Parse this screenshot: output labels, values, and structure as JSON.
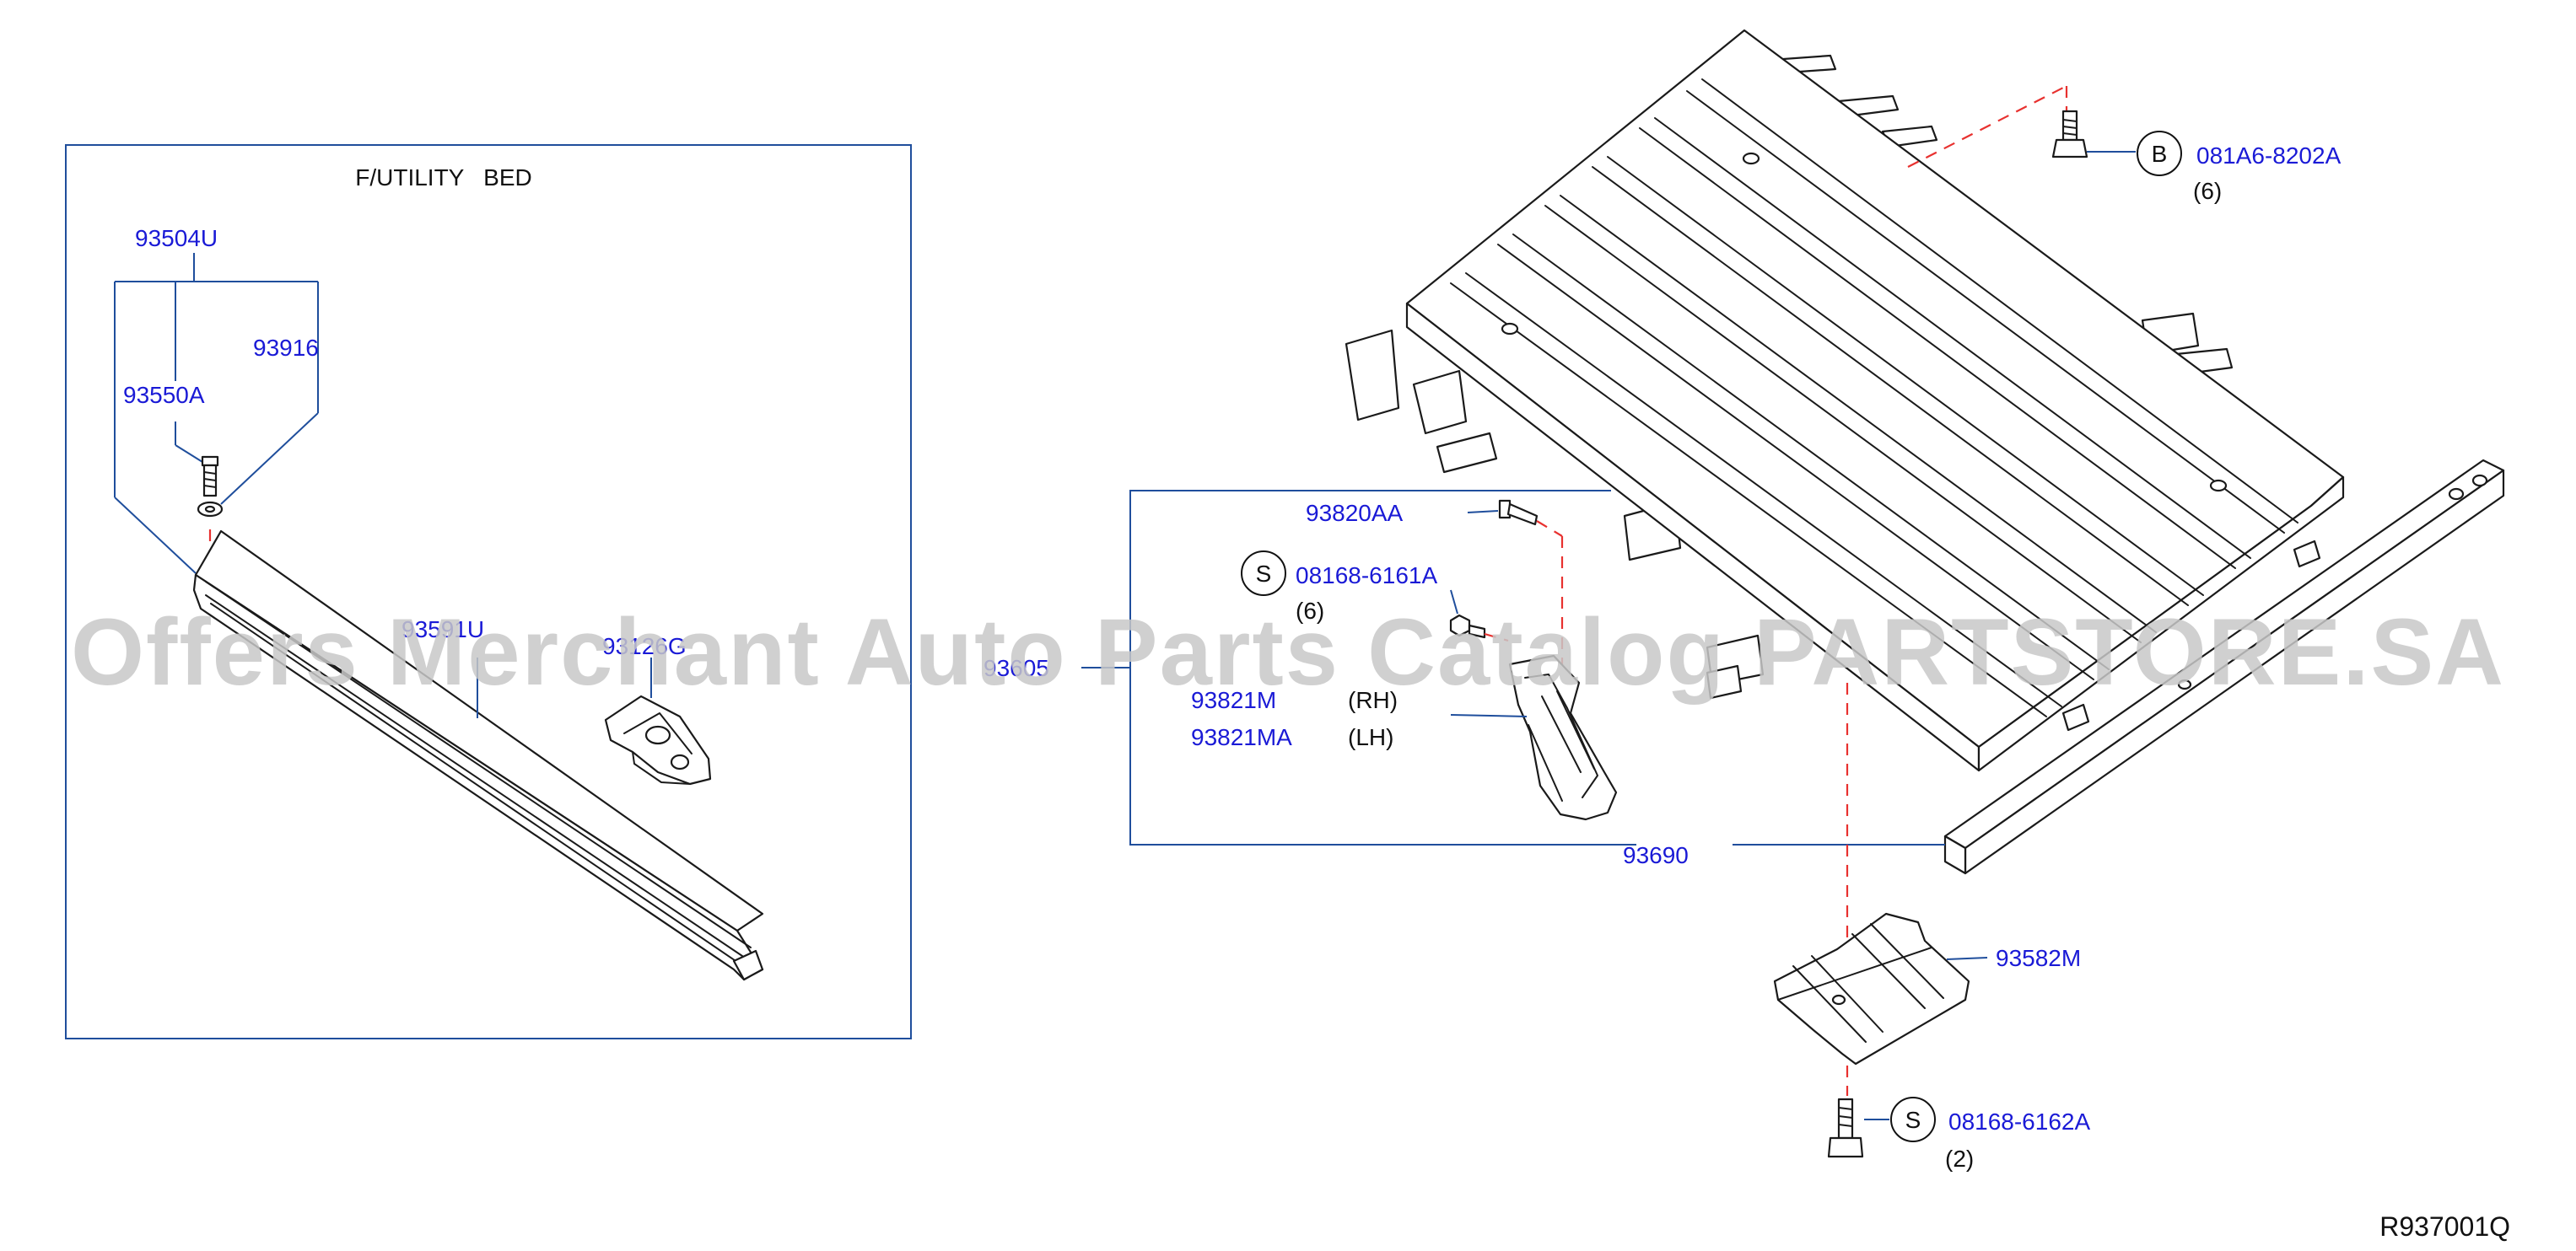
{
  "inset_title": "F/UTILITY   BED",
  "parts": {
    "p93504U": "93504U",
    "p93916": "93916",
    "p93550A": "93550A",
    "p93591U": "93591U",
    "p93126G": "93126G",
    "p93820AA": "93820AA",
    "p08168_6161A": "08168-6161A",
    "p93821M": "93821M",
    "p93821MA": "93821MA",
    "p93690": "93690",
    "p93582M": "93582M",
    "p08168_6162A": "08168-6162A",
    "p081A6_8202A": "081A6-8202A",
    "p93605": "93605"
  },
  "qualifiers": {
    "rh": "(RH)",
    "lh": "(LH)",
    "qty6a": "(6)",
    "qty6b": "(6)",
    "qty2": "(2)"
  },
  "symbols": {
    "b": "B",
    "s1": "S",
    "s2": "S"
  },
  "diagram_code": "R937001Q",
  "watermark": "Offers Merchant Auto Parts Catalog PARTSTORE.SA",
  "colors": {
    "part_number": "#1a1ad6",
    "leader": "#1f4e9c",
    "dashed": "#e8312f",
    "outline": "#1a1a1a"
  }
}
